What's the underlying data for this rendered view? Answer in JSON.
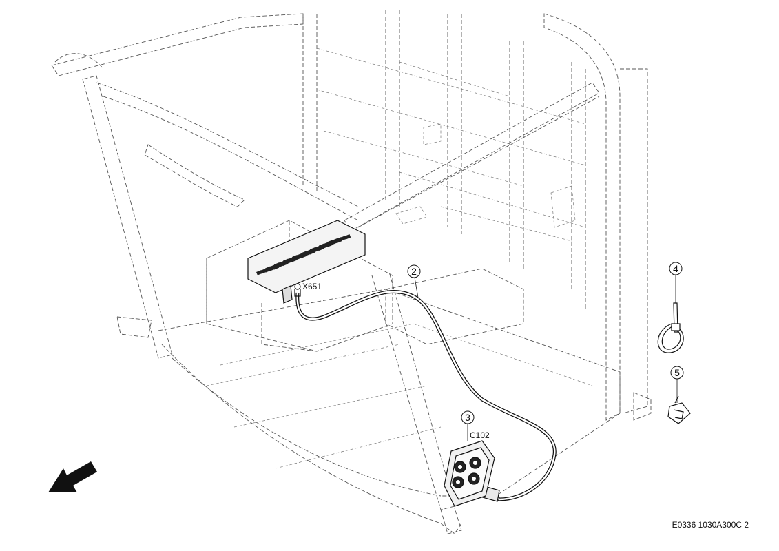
{
  "callouts": [
    {
      "num": "2",
      "label": ""
    },
    {
      "num": "3",
      "label": "C102"
    },
    {
      "num": "4",
      "label": ""
    },
    {
      "num": "5",
      "label": ""
    }
  ],
  "connector_label": "X651",
  "drawing_code": "E0336 1030A300C 2",
  "icons": [
    "direction-arrow-icon",
    "cable-tie-icon",
    "clip-icon"
  ]
}
